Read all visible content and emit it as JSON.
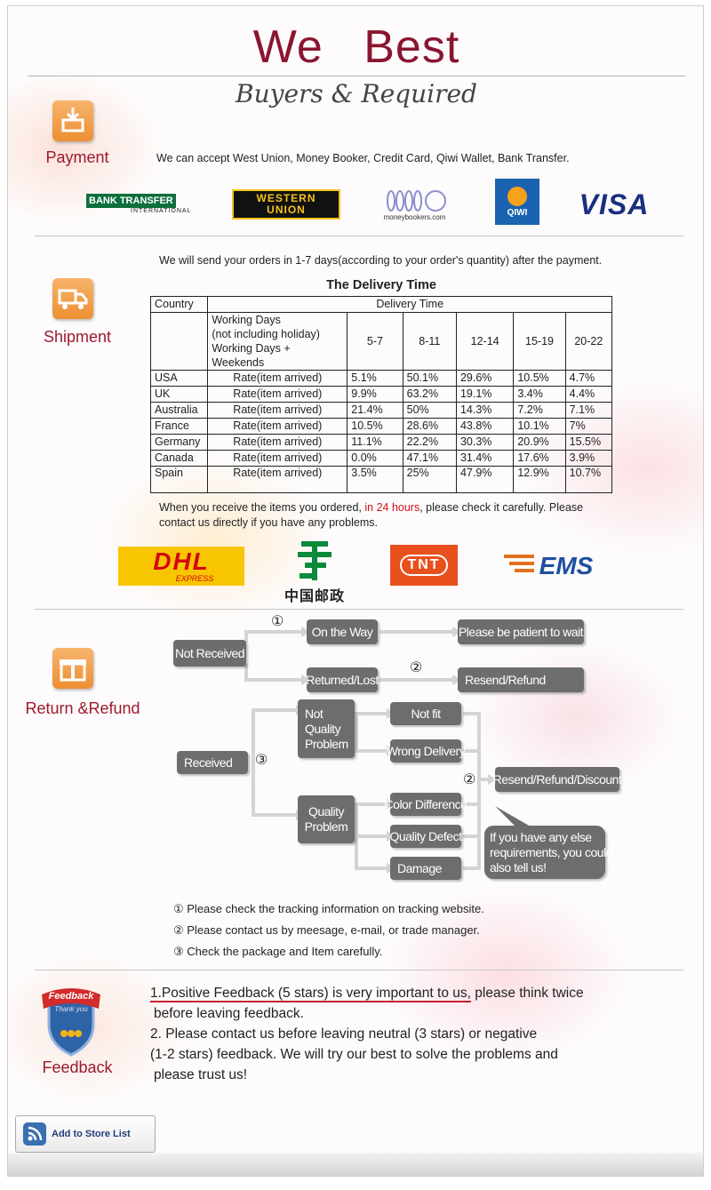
{
  "header": {
    "title": "We Best",
    "subtitle": "Buyers & Required"
  },
  "payment": {
    "label": "Payment",
    "text": "We can accept West Union, Money Booker, Credit Card, Qiwi Wallet, Bank Transfer.",
    "logos": {
      "bank_transfer": "BANK TRANSFER",
      "bank_transfer_sub": "INTERNATIONAL",
      "western_1": "WESTERN",
      "western_2": "UNION",
      "moneybookers": "moneybookers.com",
      "qiwi": "QIWI",
      "visa": "VISA"
    }
  },
  "shipment": {
    "label": "Shipment",
    "intro": "We will send your orders in 1-7 days(according to your order's quantity) after the payment.",
    "table_title": "The Delivery Time",
    "col_country": "Country",
    "col_delivery": "Delivery Time",
    "working_days_1": "Working Days",
    "working_days_2": "(not including holiday)",
    "working_days_3": "Working Days + Weekends",
    "ranges": [
      "5-7",
      "8-11",
      "12-14",
      "15-19",
      "20-22"
    ],
    "rows": [
      {
        "country": "USA",
        "label": "Rate(item arrived)",
        "values": [
          "5.1%",
          "50.1%",
          "29.6%",
          "10.5%",
          "4.7%"
        ]
      },
      {
        "country": "UK",
        "label": "Rate(item arrived)",
        "values": [
          "9.9%",
          "63.2%",
          "19.1%",
          "3.4%",
          "4.4%"
        ]
      },
      {
        "country": "Australia",
        "label": "Rate(item arrived)",
        "values": [
          "21.4%",
          "50%",
          "14.3%",
          "7.2%",
          "7.1%"
        ]
      },
      {
        "country": "France",
        "label": "Rate(item arrived)",
        "values": [
          "10.5%",
          "28.6%",
          "43.8%",
          "10.1%",
          "7%"
        ]
      },
      {
        "country": "Germany",
        "label": "Rate(item arrived)",
        "values": [
          "11.1%",
          "22.2%",
          "30.3%",
          "20.9%",
          "15.5%"
        ]
      },
      {
        "country": "Canada",
        "label": "Rate(item arrived)",
        "values": [
          "0.0%",
          "47.1%",
          "31.4%",
          "17.6%",
          "3.9%"
        ]
      },
      {
        "country": "Spain",
        "label": "Rate(item arrived)",
        "values": [
          "3.5%",
          "25%",
          "47.9%",
          "12.9%",
          "10.7%"
        ]
      }
    ],
    "notice_pre": "When you receive the items you ordered, ",
    "notice_red": "in 24 hours",
    "notice_post": ", please check it carefully. Please",
    "notice_line2": "contact us directly if you have any problems.",
    "carriers": {
      "dhl": "DHL",
      "dhl_sub": "EXPRESS",
      "post": "中国邮政",
      "tnt": "TNT",
      "ems": "EMS"
    }
  },
  "refund": {
    "label": "Return &Refund",
    "not_received": "Not Received",
    "on_the_way": "On the Way",
    "patient": "Please be patient to wait",
    "returned_lost": "Returned/Lost",
    "resend_refund": "Resend/Refund",
    "received": "Received",
    "not_quality_1": "Not",
    "not_quality_2": "Quality",
    "not_quality_3": "Problem",
    "not_fit": "Not fit",
    "wrong_delivery": "Wrong Delivery",
    "quality_1": "Quality",
    "quality_2": "Problem",
    "color_diff": "Color Difference",
    "quality_defect": "Quality Defect",
    "damage": "Damage",
    "resend_refund_discount": "Resend/Refund/Discount",
    "bubble_1": "If you have any else",
    "bubble_2": "requirements, you could",
    "bubble_3": "also tell us!",
    "n1": "①",
    "n2": "②",
    "n3": "③",
    "tips": [
      "① Please check the tracking information on tracking website.",
      "② Please contact us by meesage, e-mail, or trade manager.",
      "③ Check the package and Item carefully."
    ]
  },
  "feedback": {
    "label": "Feedback",
    "badge_1": "Feedback",
    "badge_2": "Thank you",
    "line1_under": "1.Positive Feedback (5 stars) is very important to us,",
    "line1_rest": " please think twice",
    "line2": "before leaving feedback.",
    "line3": "2. Please contact us before leaving neutral (3 stars) or negative",
    "line4": "(1-2 stars) feedback. We will try our best to solve the problems and",
    "line5": "please trust us!"
  },
  "store": {
    "add_label": "Add to Store List"
  }
}
